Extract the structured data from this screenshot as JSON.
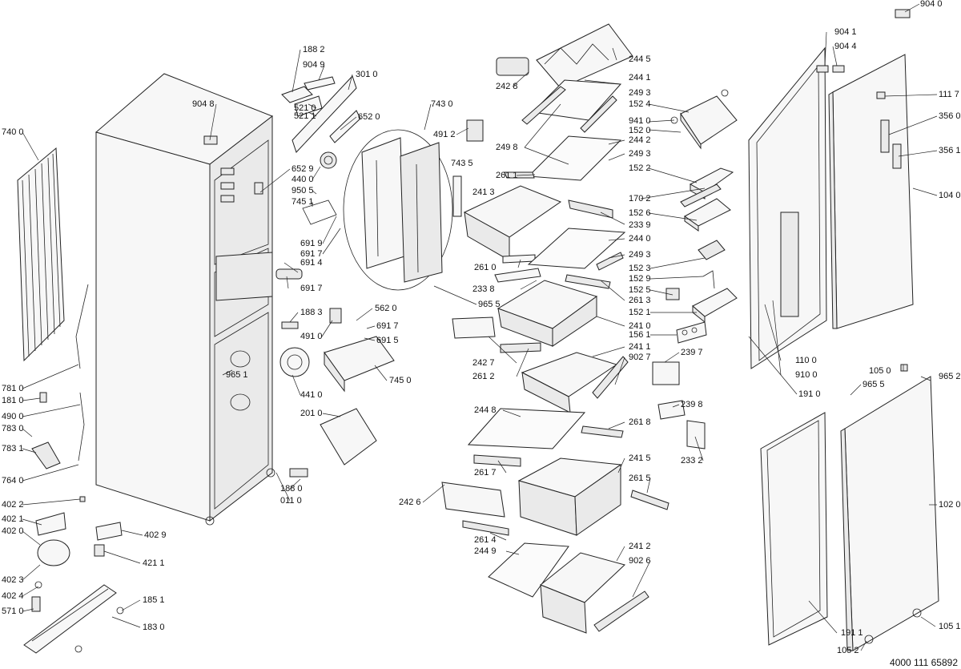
{
  "document_number": "4000 111 65892",
  "callouts": [
    "904 0",
    "904 1",
    "904 4",
    "111 7",
    "356 0",
    "356 1",
    "104 0",
    "102 0",
    "244 5",
    "244 1",
    "249 3",
    "242 8",
    "152 4",
    "941 0",
    "152 0",
    "249 8",
    "244 2",
    "249 3",
    "152 2",
    "261 1",
    "743 5",
    "241 3",
    "170 2",
    "152 6",
    "233 9",
    "244 0",
    "249 3",
    "261 0",
    "152 3",
    "152 9",
    "233 8",
    "261 3",
    "152 5",
    "152 1",
    "965 5",
    "241 0",
    "156 1",
    "242 7",
    "241 1",
    "902 7",
    "239 7",
    "261 2",
    "110 0",
    "910 0",
    "191 0",
    "244 8",
    "261 8",
    "239 8",
    "233 2",
    "261 7",
    "241 5",
    "261 5",
    "242 6",
    "261 4",
    "244 9",
    "241 2",
    "902 6",
    "105 0",
    "965 5",
    "965 2",
    "191 1",
    "105 2",
    "105 1",
    "188 2",
    "904 9",
    "301 0",
    "904 8",
    "521 0",
    "521 1",
    "652 0",
    "743 0",
    "491 2",
    "652 9",
    "440 0",
    "950 5",
    "745 1",
    "691 9",
    "691 7",
    "691 4",
    "691 7",
    "188 3",
    "491 0",
    "562 0",
    "691 7",
    "691 5",
    "965 1",
    "441 0",
    "745 0",
    "201 0",
    "188 0",
    "011 0",
    "740 0",
    "781 0",
    "181 0",
    "490 0",
    "783 0",
    "783 1",
    "764 0",
    "402 2",
    "402 1",
    "402 0",
    "402 9",
    "421 1",
    "402 3",
    "402 4",
    "571 0",
    "185 1",
    "183 0"
  ]
}
